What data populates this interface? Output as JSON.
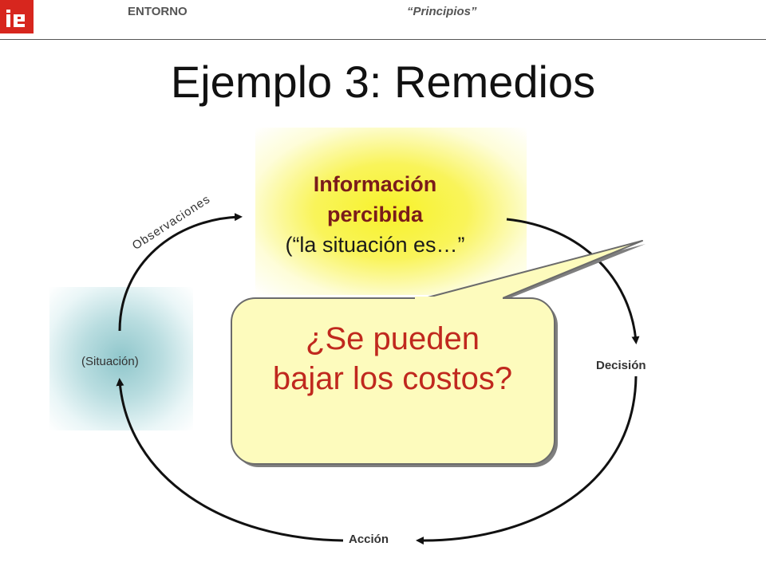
{
  "header": {
    "section": "ENTORNO",
    "topic": "“Principios”",
    "logo_color": "#d7261e"
  },
  "title": "Ejemplo 3: Remedios",
  "diagram": {
    "information": {
      "title_line1": "Información",
      "title_line2": "percibida",
      "subtitle": "(“la situación es…”"
    },
    "situation_label": "(Situación)",
    "observations_label": "Observaciones",
    "decision_label": "Decisión",
    "action_label": "Acción",
    "callout": {
      "line1": "¿Se pueden",
      "line2": "bajar los costos?",
      "fill_color": "#fdfbbd",
      "text_color": "#c0281e"
    }
  }
}
